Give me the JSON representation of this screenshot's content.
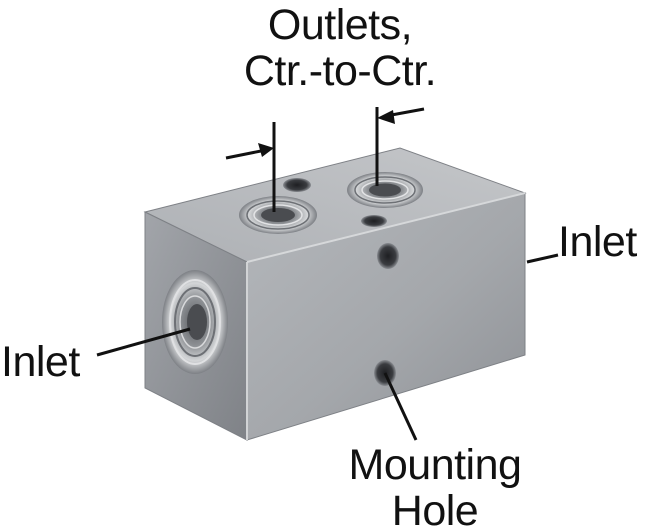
{
  "diagram": {
    "labels": {
      "outlets_line1": "Outlets,",
      "outlets_line2": "Ctr.-to-Ctr.",
      "inlet_right": "Inlet",
      "inlet_left": "Inlet",
      "mounting_line1": "Mounting",
      "mounting_line2": "Hole"
    },
    "colors": {
      "ink": "#111111",
      "block_front": "#a9acb0",
      "block_top": "#b9bbbe",
      "block_side": "#8f9297",
      "thread": "#c9cbce",
      "hole_dark": "#2b2c2f"
    }
  }
}
